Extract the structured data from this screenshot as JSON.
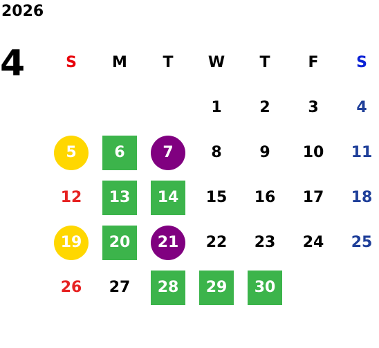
{
  "calendar": {
    "year": "2026",
    "month": "4",
    "weekdays": [
      {
        "label": "S",
        "color": "#e8000b"
      },
      {
        "label": "M",
        "color": "#000000"
      },
      {
        "label": "T",
        "color": "#000000"
      },
      {
        "label": "W",
        "color": "#000000"
      },
      {
        "label": "T",
        "color": "#000000"
      },
      {
        "label": "F",
        "color": "#000000"
      },
      {
        "label": "S",
        "color": "#0a22d6"
      }
    ],
    "weeks": [
      [
        null,
        null,
        null,
        {
          "day": "1",
          "color": "#000000"
        },
        {
          "day": "2",
          "color": "#000000"
        },
        {
          "day": "3",
          "color": "#000000"
        },
        {
          "day": "4",
          "color": "#1f3f99"
        }
      ],
      [
        {
          "day": "5",
          "color": "#ffffff",
          "mark": "circle",
          "mark_color": "#ffd700"
        },
        {
          "day": "6",
          "color": "#ffffff",
          "mark": "square",
          "mark_color": "#3cb44b"
        },
        {
          "day": "7",
          "color": "#ffffff",
          "mark": "circle",
          "mark_color": "#800080"
        },
        {
          "day": "8",
          "color": "#000000"
        },
        {
          "day": "9",
          "color": "#000000"
        },
        {
          "day": "10",
          "color": "#000000"
        },
        {
          "day": "11",
          "color": "#1f3f99"
        }
      ],
      [
        {
          "day": "12",
          "color": "#e62222"
        },
        {
          "day": "13",
          "color": "#ffffff",
          "mark": "square",
          "mark_color": "#3cb44b"
        },
        {
          "day": "14",
          "color": "#ffffff",
          "mark": "square",
          "mark_color": "#3cb44b"
        },
        {
          "day": "15",
          "color": "#000000"
        },
        {
          "day": "16",
          "color": "#000000"
        },
        {
          "day": "17",
          "color": "#000000"
        },
        {
          "day": "18",
          "color": "#1f3f99"
        }
      ],
      [
        {
          "day": "19",
          "color": "#ffffff",
          "mark": "circle",
          "mark_color": "#ffd700"
        },
        {
          "day": "20",
          "color": "#ffffff",
          "mark": "square",
          "mark_color": "#3cb44b"
        },
        {
          "day": "21",
          "color": "#ffffff",
          "mark": "circle",
          "mark_color": "#800080"
        },
        {
          "day": "22",
          "color": "#000000"
        },
        {
          "day": "23",
          "color": "#000000"
        },
        {
          "day": "24",
          "color": "#000000"
        },
        {
          "day": "25",
          "color": "#1f3f99"
        }
      ],
      [
        {
          "day": "26",
          "color": "#e62222"
        },
        {
          "day": "27",
          "color": "#000000"
        },
        {
          "day": "28",
          "color": "#ffffff",
          "mark": "square",
          "mark_color": "#3cb44b"
        },
        {
          "day": "29",
          "color": "#ffffff",
          "mark": "square",
          "mark_color": "#3cb44b"
        },
        {
          "day": "30",
          "color": "#ffffff",
          "mark": "square",
          "mark_color": "#3cb44b"
        },
        null,
        null
      ]
    ]
  }
}
